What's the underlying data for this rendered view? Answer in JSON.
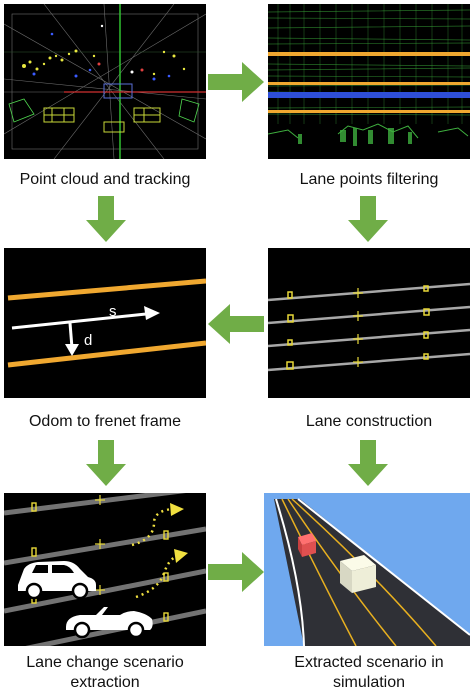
{
  "captions": {
    "point_cloud": "Point cloud and tracking",
    "lane_filter": "Lane points filtering",
    "odom_frenet": "Odom to frenet frame",
    "lane_construct": "Lane construction",
    "lane_change_1": "Lane change scenario",
    "lane_change_2": "extraction",
    "sim_1": "Extracted scenario in",
    "sim_2": "simulation"
  },
  "frenet_labels": {
    "s": "s",
    "d": "d"
  },
  "colors": {
    "arrow": "#70ad47",
    "lane_orange": "#f0a830",
    "lane_blue": "#2e4fd8",
    "sky": "#6fa8ee",
    "road": "#2f3036"
  }
}
